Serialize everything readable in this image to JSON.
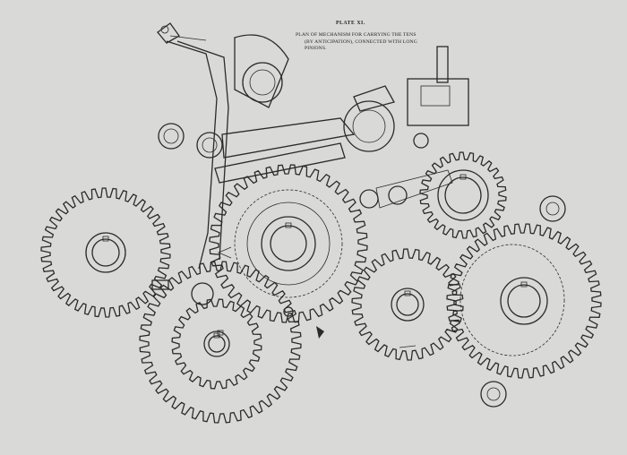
{
  "plate": {
    "number": "PLATE XI.",
    "caption_line1": "PLAN OF MECHANISM FOR CARRYING THE TENS",
    "caption_line2": "(BY ANTICIPATION), CONNECTED WITH LONG",
    "caption_line3": "PINIONS."
  },
  "colors": {
    "paper": "#d9dad7",
    "ink": "#2a2a2a"
  }
}
